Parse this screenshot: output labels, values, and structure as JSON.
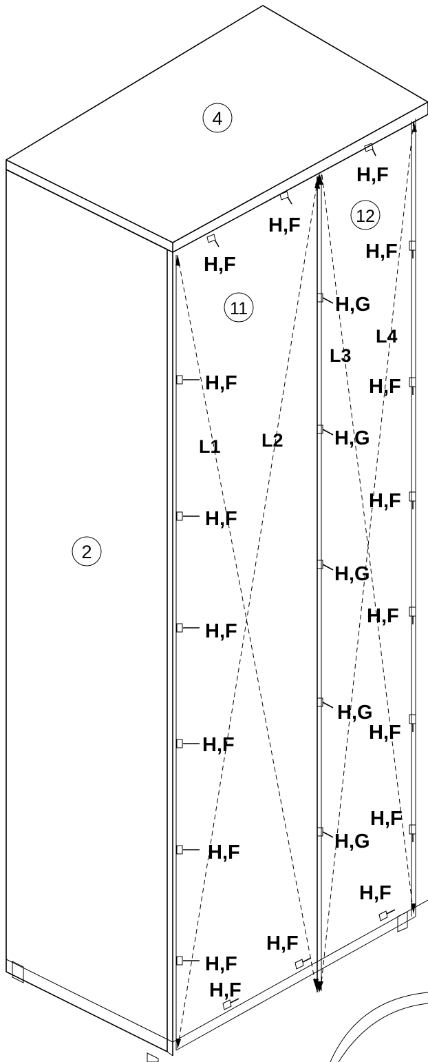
{
  "parts": {
    "left_side": "2",
    "top": "4",
    "back_left": "11",
    "back_right": "12"
  },
  "dimensions": {
    "l1": "L1",
    "l2": "L2",
    "l3": "L3",
    "l4": "L4"
  },
  "fasteners": {
    "hf": "H,F",
    "hg": "H,G"
  }
}
